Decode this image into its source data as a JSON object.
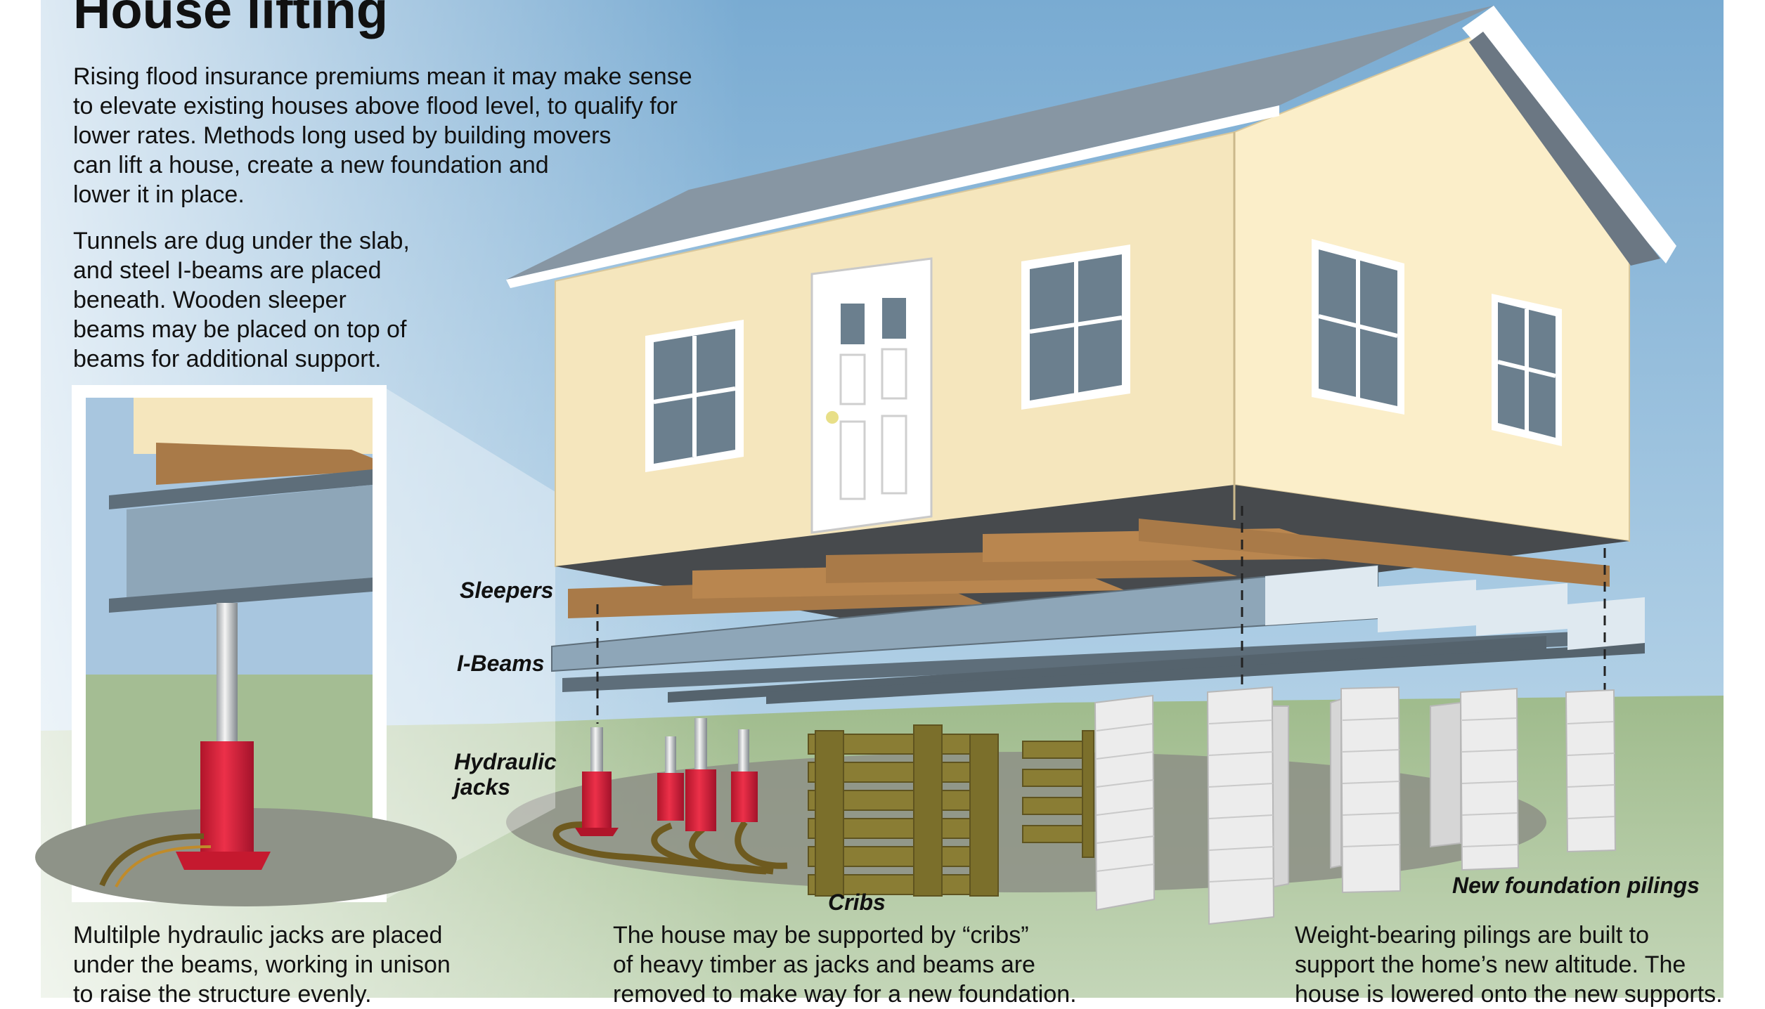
{
  "title": "House lifting",
  "intro": "Rising flood insurance premiums mean it may make sense\nto elevate existing houses above flood level, to qualify for\nlower rates.  Methods long used by building movers\ncan lift a house, create a new foundation and\nlower it in place.",
  "tunnels": "Tunnels are dug under the slab,\nand steel I-beams are placed\nbeneath. Wooden sleeper\nbeams may be placed on top of\nbeams for additional support.",
  "labels": {
    "sleepers": "Sleepers",
    "ibeams": "I-Beams",
    "jacks": "Hydraulic\njacks",
    "cribs": "Cribs",
    "pilings": "New foundation pilings"
  },
  "captions": {
    "jacks": "Multilple hydraulic jacks are placed\nunder the beams, working in unison\nto raise the structure evenly.",
    "cribs": "The house may be supported by “cribs”\nof heavy timber as jacks and beams are\nremoved to make way for a new foundation.",
    "pilings": "Weight-bearing pilings are built to\nsupport the home’s new altitude. The\nhouse is lowered onto the new supports."
  },
  "colors": {
    "sky_top": "#7fb0d6",
    "sky_bottom": "#c3dcec",
    "ground": "#a9c196",
    "wall_front": "#f5e6bd",
    "wall_side": "#fbeec9",
    "roof": "#8a9aa6",
    "timber": "#a97a48",
    "steel": "#8ea6b8",
    "jack_red": "#d8213a",
    "crib": "#8a7d34",
    "piling": "#ececec"
  }
}
